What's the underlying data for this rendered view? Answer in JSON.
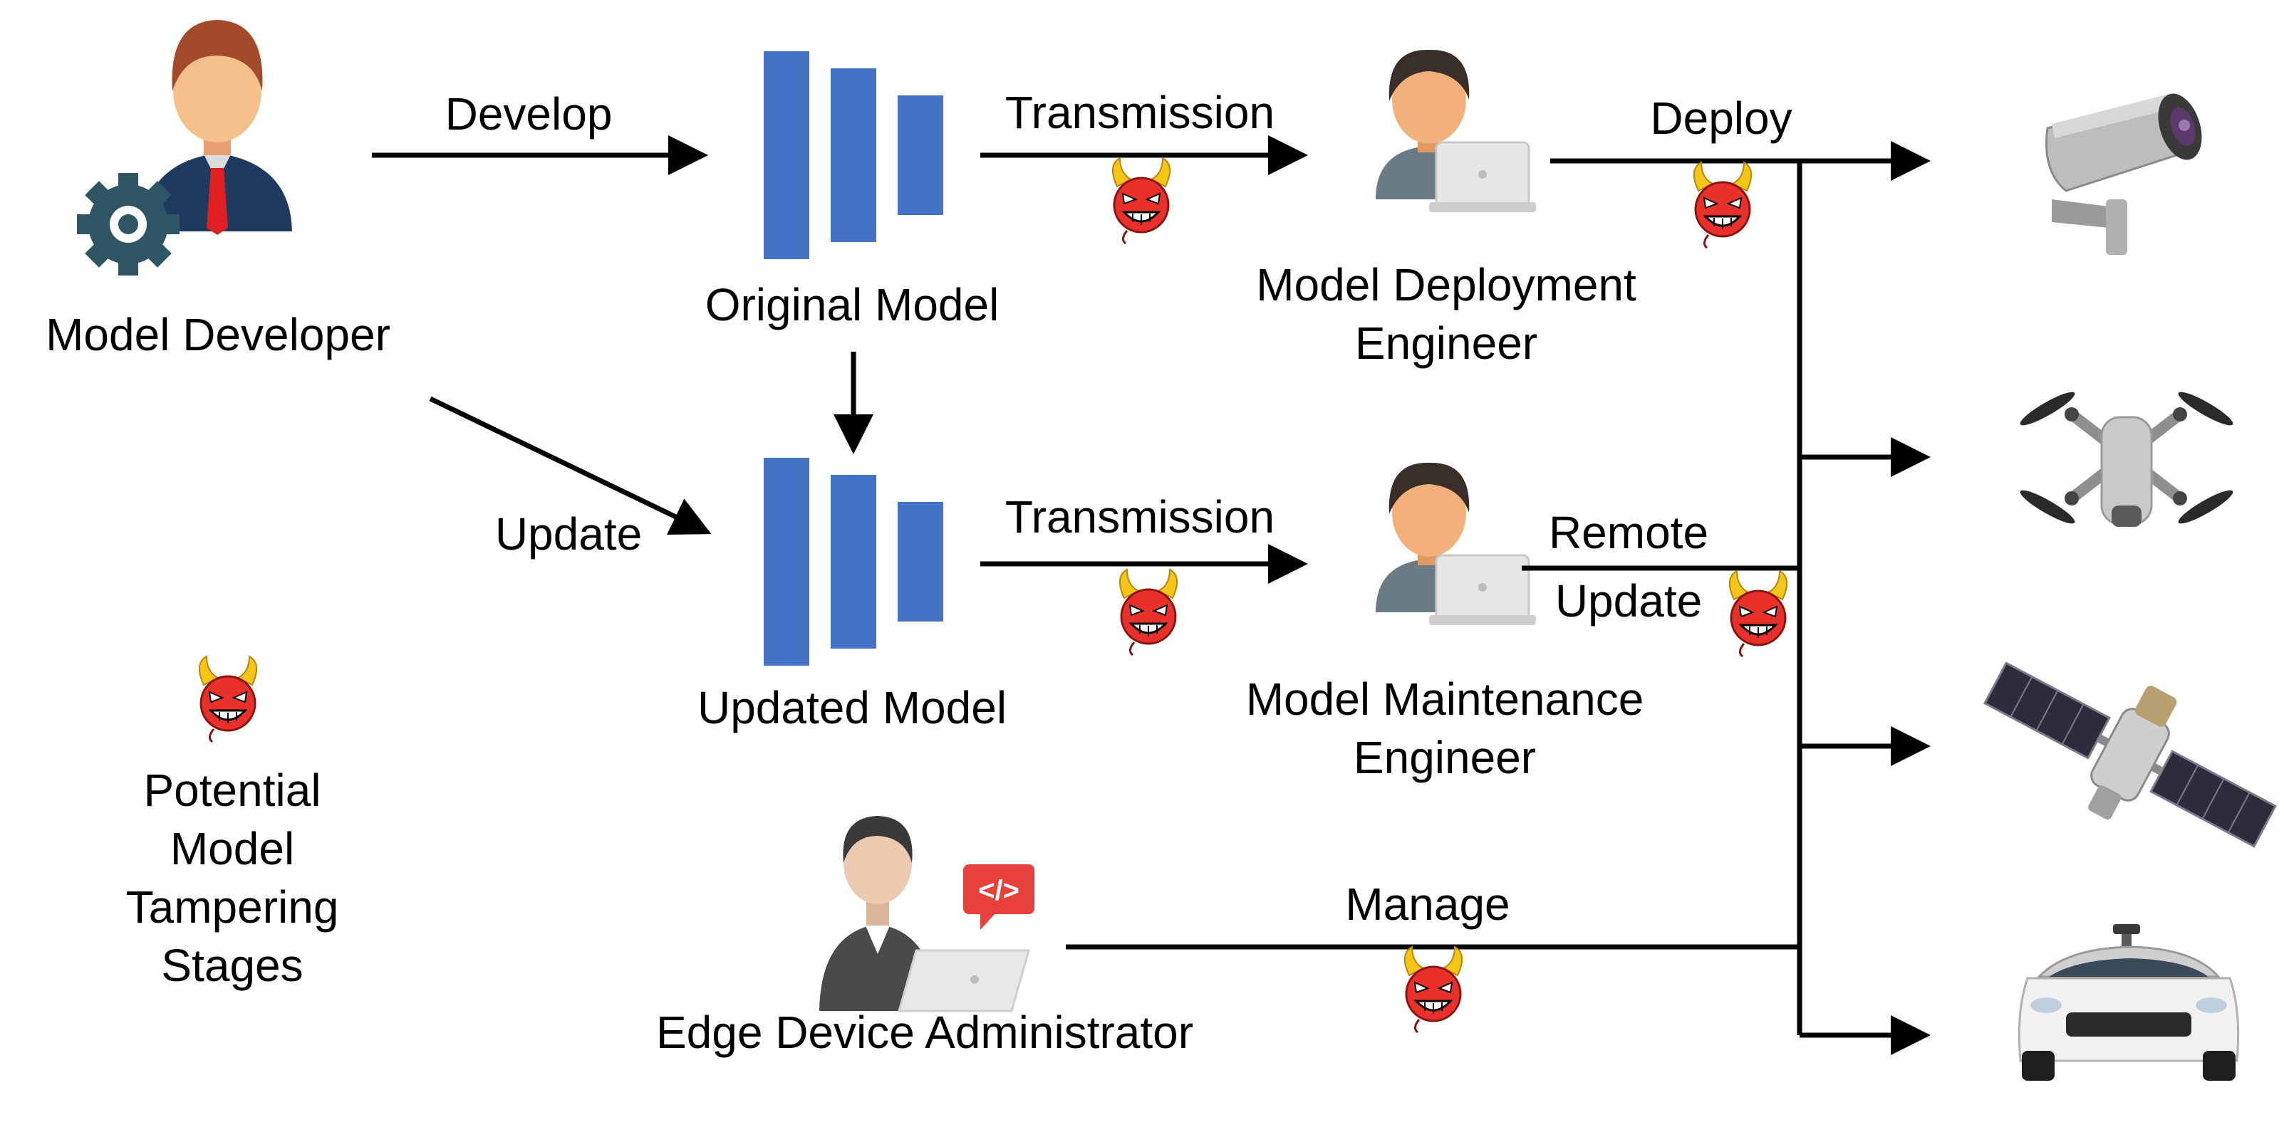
{
  "actors": {
    "model_developer": "Model Developer",
    "deployment_engineer_line1": "Model Deployment",
    "deployment_engineer_line2": "Engineer",
    "maintenance_engineer_line1": "Model Maintenance",
    "maintenance_engineer_line2": "Engineer",
    "edge_admin": "Edge Device Administrator"
  },
  "models": {
    "original": "Original Model",
    "updated": "Updated Model"
  },
  "edges": {
    "develop": "Develop",
    "update": "Update",
    "transmission_top": "Transmission",
    "transmission_bottom": "Transmission",
    "deploy": "Deploy",
    "remote_line1": "Remote",
    "remote_line2": "Update",
    "manage": "Manage"
  },
  "legend": {
    "line1": "Potential",
    "line2": "Model",
    "line3": "Tampering",
    "line4": "Stages"
  },
  "code_badge": "</>",
  "devices": [
    "camera-icon",
    "drone-icon",
    "satellite-icon",
    "autonomous-car-icon"
  ],
  "colors": {
    "model_bar": "#4472c4",
    "devil": "#e8312a",
    "horn": "#f5c518",
    "gear": "#2d5563",
    "skin": "#f2b07a",
    "hair": "#3a2e2a",
    "shirt": "#6b7b86",
    "suit": "#1e3a5f",
    "tie": "#e02020",
    "badge": "#e8403a"
  }
}
